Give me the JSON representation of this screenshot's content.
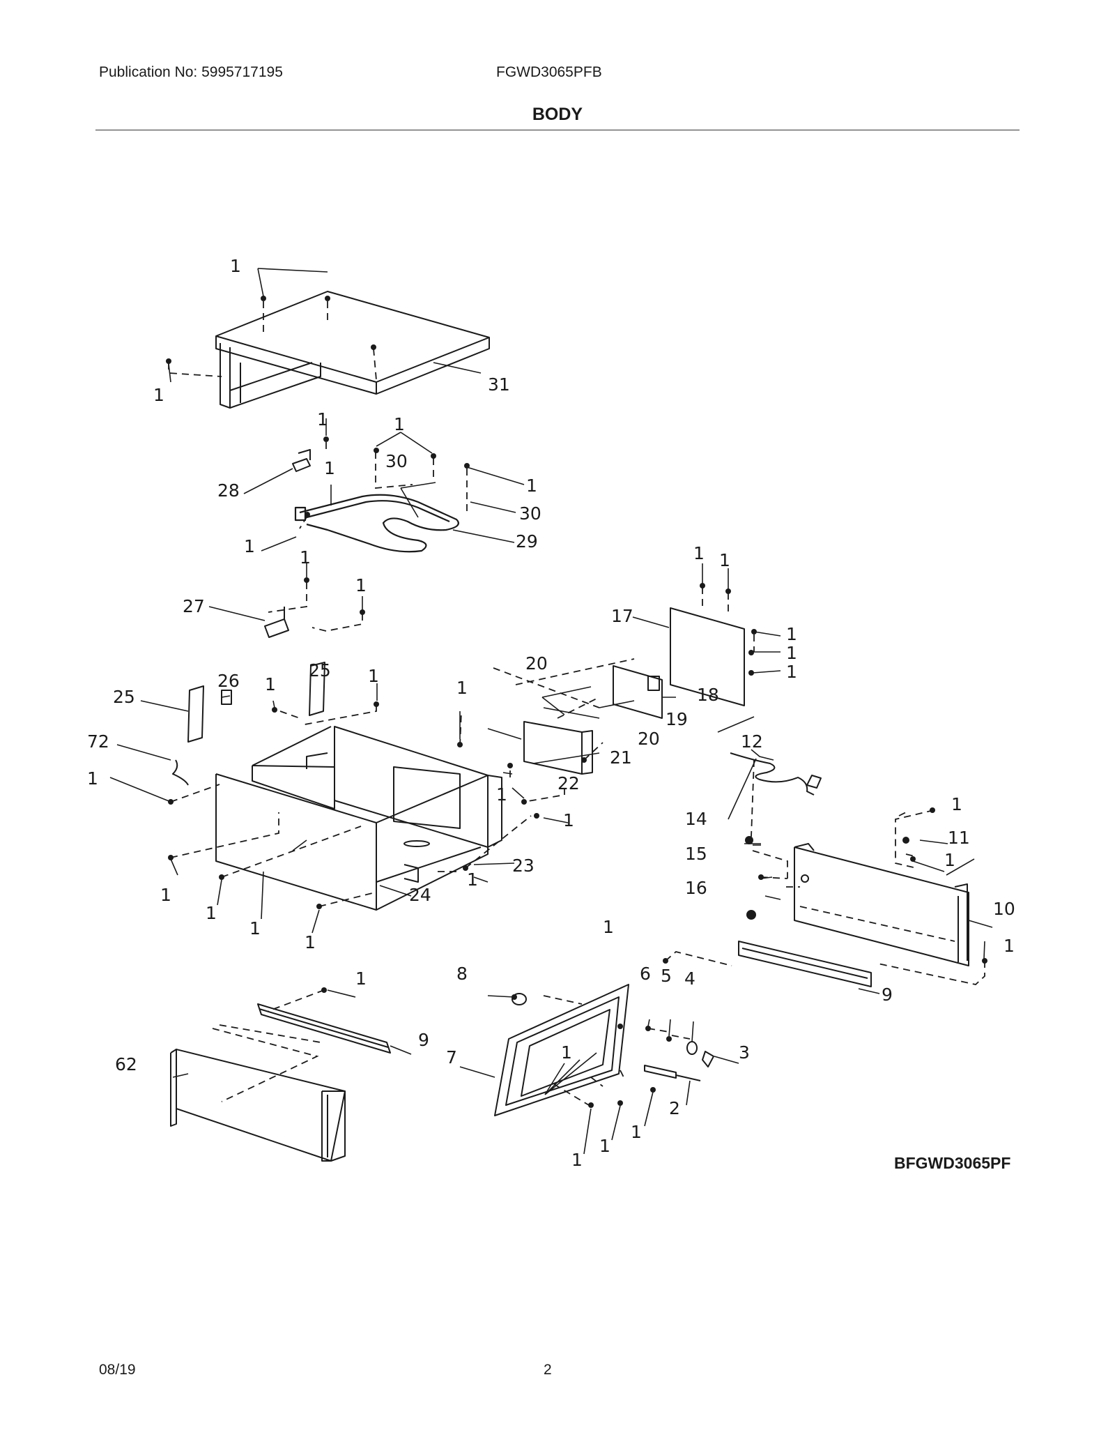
{
  "header": {
    "publication": "Publication No:  5995717195",
    "model": "FGWD3065PFB",
    "section": "BODY"
  },
  "diagram": {
    "id": "BFGWD3065PF",
    "callouts": [
      {
        "num": "1"
      },
      {
        "num": "1"
      },
      {
        "num": "31"
      },
      {
        "num": "1"
      },
      {
        "num": "1"
      },
      {
        "num": "30"
      },
      {
        "num": "28"
      },
      {
        "num": "1"
      },
      {
        "num": "1"
      },
      {
        "num": "30"
      },
      {
        "num": "1"
      },
      {
        "num": "29"
      },
      {
        "num": "1"
      },
      {
        "num": "1"
      },
      {
        "num": "27"
      },
      {
        "num": "1"
      },
      {
        "num": "1"
      },
      {
        "num": "17"
      },
      {
        "num": "1"
      },
      {
        "num": "1"
      },
      {
        "num": "1"
      },
      {
        "num": "20"
      },
      {
        "num": "18"
      },
      {
        "num": "19"
      },
      {
        "num": "20"
      },
      {
        "num": "21"
      },
      {
        "num": "22"
      },
      {
        "num": "1"
      },
      {
        "num": "25"
      },
      {
        "num": "26"
      },
      {
        "num": "1"
      },
      {
        "num": "25"
      },
      {
        "num": "1"
      },
      {
        "num": "1"
      },
      {
        "num": "72"
      },
      {
        "num": "1"
      },
      {
        "num": "1"
      },
      {
        "num": "23"
      },
      {
        "num": "1"
      },
      {
        "num": "24"
      },
      {
        "num": "1"
      },
      {
        "num": "1"
      },
      {
        "num": "1"
      },
      {
        "num": "1"
      },
      {
        "num": "12"
      },
      {
        "num": "1"
      },
      {
        "num": "14"
      },
      {
        "num": "11"
      },
      {
        "num": "15"
      },
      {
        "num": "1"
      },
      {
        "num": "16"
      },
      {
        "num": "10"
      },
      {
        "num": "1"
      },
      {
        "num": "1"
      },
      {
        "num": "9"
      },
      {
        "num": "8"
      },
      {
        "num": "6"
      },
      {
        "num": "5"
      },
      {
        "num": "4"
      },
      {
        "num": "1"
      },
      {
        "num": "9"
      },
      {
        "num": "3"
      },
      {
        "num": "62"
      },
      {
        "num": "7"
      },
      {
        "num": "1"
      },
      {
        "num": "2"
      },
      {
        "num": "1"
      },
      {
        "num": "1"
      },
      {
        "num": "1"
      }
    ]
  },
  "footer": {
    "date": "08/19",
    "page": "2"
  }
}
